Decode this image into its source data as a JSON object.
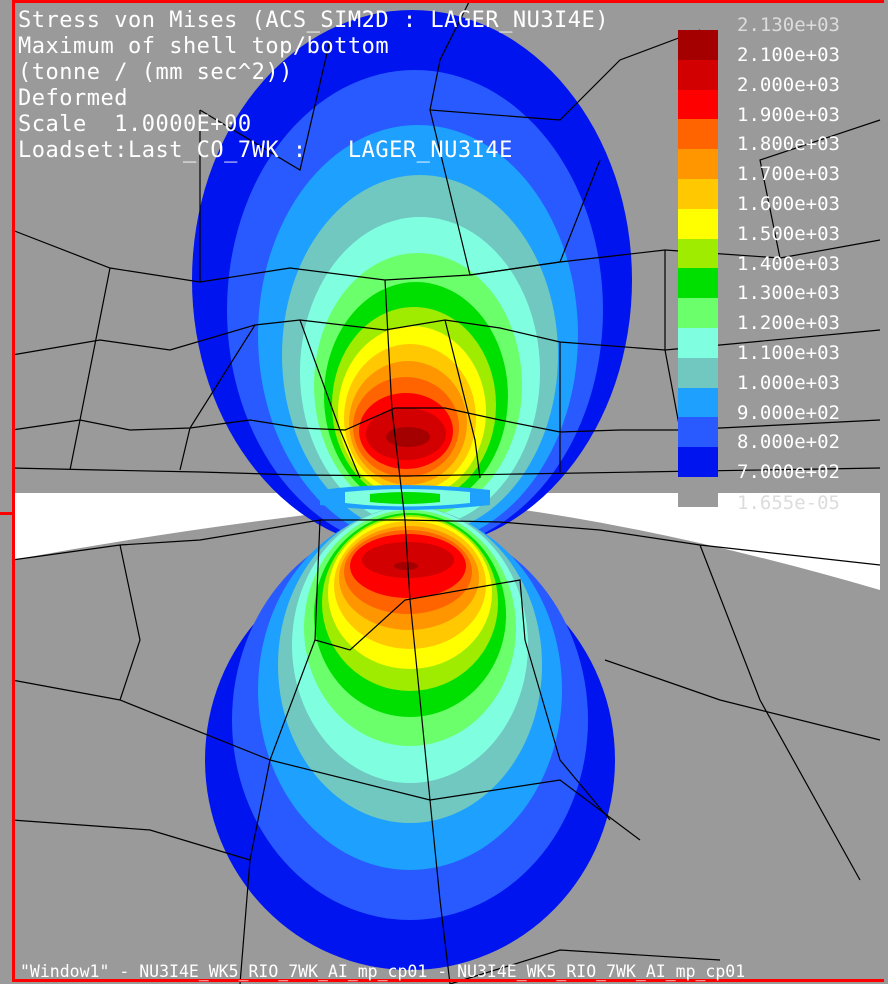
{
  "title_lines": [
    "Stress von Mises (ACS_SIM2D : LAGER_NU3I4E)",
    "Maximum of shell top/bottom",
    "(tonne / (mm sec^2))",
    "Deformed",
    "Scale  1.0000E+00",
    "Loadset:Last_CO_7WK :   LAGER_NU3I4E"
  ],
  "legend": {
    "max_label": "2.130e+03",
    "min_label": "1.655e-05",
    "entries": [
      {
        "label": "2.100e+03",
        "color": "#a50000"
      },
      {
        "label": "2.000e+03",
        "color": "#d20000"
      },
      {
        "label": "1.900e+03",
        "color": "#ff0000"
      },
      {
        "label": "1.800e+03",
        "color": "#ff6400"
      },
      {
        "label": "1.700e+03",
        "color": "#ff9600"
      },
      {
        "label": "1.600e+03",
        "color": "#ffc800"
      },
      {
        "label": "1.500e+03",
        "color": "#ffff00"
      },
      {
        "label": "1.400e+03",
        "color": "#a0ec00"
      },
      {
        "label": "1.300e+03",
        "color": "#00e000"
      },
      {
        "label": "1.200e+03",
        "color": "#6cff6c"
      },
      {
        "label": "1.100e+03",
        "color": "#80ffe0"
      },
      {
        "label": "1.000e+03",
        "color": "#70c8c0"
      },
      {
        "label": "9.000e+02",
        "color": "#1ea0ff"
      },
      {
        "label": "8.000e+02",
        "color": "#285aff"
      },
      {
        "label": "7.000e+02",
        "color": "#0014f0"
      },
      {
        "label": "",
        "color": "#9a9a9a"
      }
    ]
  },
  "footer": "\"Window1\" - NU3I4E_WK5_RIO_7WK_AI_mp_cp01 - NU3I4E_WK5_RIO_7WK_AI_mp_cp01",
  "colors": {
    "background": "#9a9a9a",
    "frame": "#ff0000",
    "text": "#ffffff"
  }
}
